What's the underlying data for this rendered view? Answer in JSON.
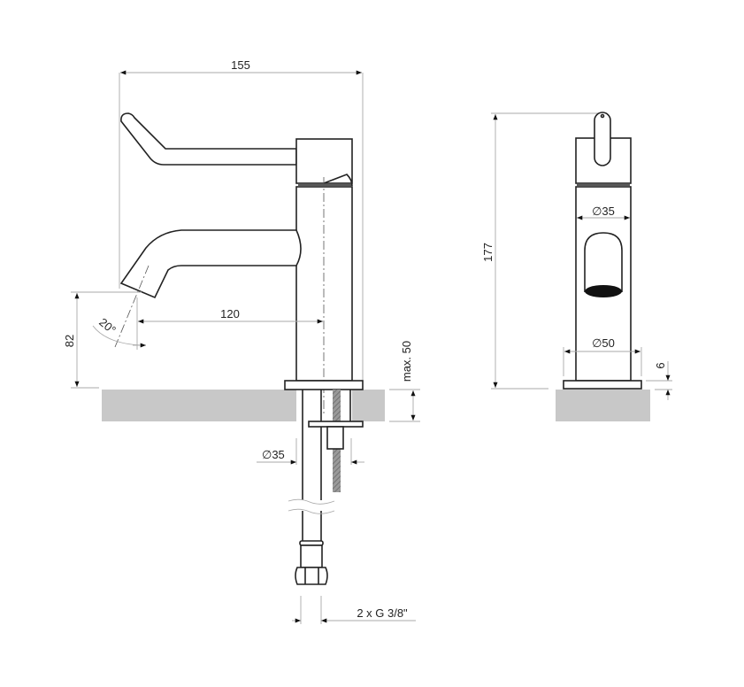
{
  "drawing": {
    "side_view": {
      "width_label": "155",
      "reach_label": "120",
      "spout_height_label": "82",
      "angle_label": "20°",
      "mount_thickness_label": "max. 50",
      "hole_diameter_label": "∅35",
      "connection_label": "2 x G 3/8\""
    },
    "front_view": {
      "height_label": "177",
      "body_diameter_label": "∅35",
      "base_diameter_label": "∅50",
      "base_thickness_label": "6"
    }
  }
}
